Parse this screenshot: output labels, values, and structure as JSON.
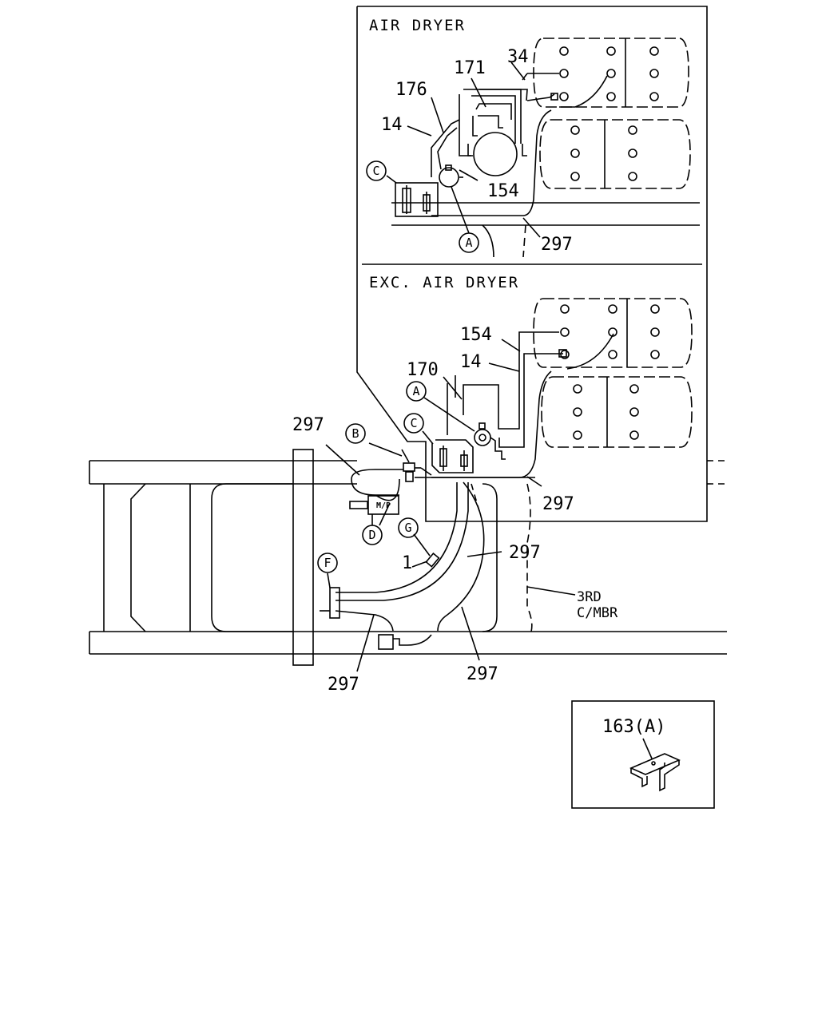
{
  "insets": {
    "air_dryer": {
      "title": "AIR DRYER",
      "labels": {
        "p34": "34",
        "p171": "171",
        "p176": "176",
        "p14": "14",
        "p154": "154",
        "p297": "297"
      },
      "callouts": {
        "c": "C",
        "a": "A"
      }
    },
    "exc_air_dryer": {
      "title": "EXC. AIR DRYER",
      "labels": {
        "p154": "154",
        "p14": "14",
        "p170": "170",
        "p297": "297"
      },
      "callouts": {
        "a": "A",
        "c": "C"
      }
    },
    "bracket_detail": {
      "label": "163(A)"
    }
  },
  "main_view": {
    "labels": {
      "p297_top": "297",
      "p297_mid": "297",
      "p297_left": "297",
      "p297_bottom": "297",
      "p1": "1",
      "crossmember_line1": "3RD",
      "crossmember_line2": "C/MBR"
    },
    "callouts": {
      "b": "B",
      "d": "D",
      "g": "G",
      "f": "F"
    },
    "mp_box": "M/P"
  }
}
